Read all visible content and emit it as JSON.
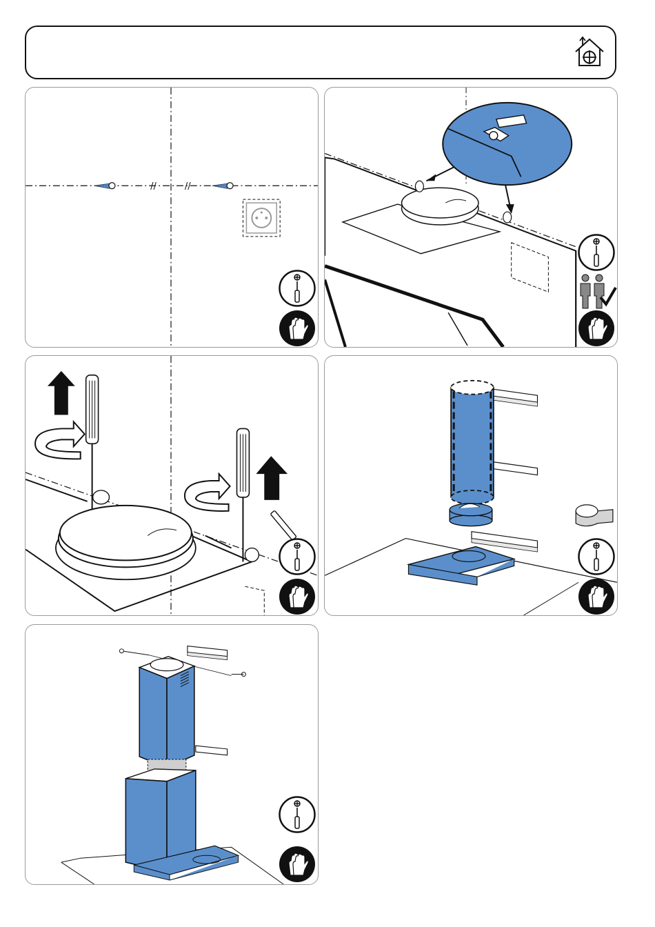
{
  "page": {
    "header_icon": "house-ducting-icon",
    "colors": {
      "part_blue": "#5b8fcc",
      "outline": "#111111",
      "panel_border": "#9a9a9a",
      "tape_gray": "#d4d4d4"
    }
  },
  "steps": [
    {
      "id": 1,
      "scene": "wall-marking-with-screws-and-socket",
      "tools": [
        "screwdriver-icon",
        "gloves-icon"
      ]
    },
    {
      "id": 2,
      "scene": "hood-mounted-with-zoom-on-bracket-screws",
      "tools": [
        "screwdriver-icon",
        "two-persons-icon",
        "gloves-icon"
      ]
    },
    {
      "id": 3,
      "scene": "tightening-screws-and-lifting-hood",
      "tools": [
        "screwdriver-icon",
        "gloves-icon"
      ]
    },
    {
      "id": 4,
      "scene": "duct-and-chimney-brackets",
      "tools": [
        "tape-roll-icon",
        "screwdriver-icon",
        "gloves-icon"
      ]
    },
    {
      "id": 5,
      "scene": "chimney-covers-installation",
      "tools": [
        "screwdriver-icon",
        "gloves-icon"
      ]
    }
  ]
}
